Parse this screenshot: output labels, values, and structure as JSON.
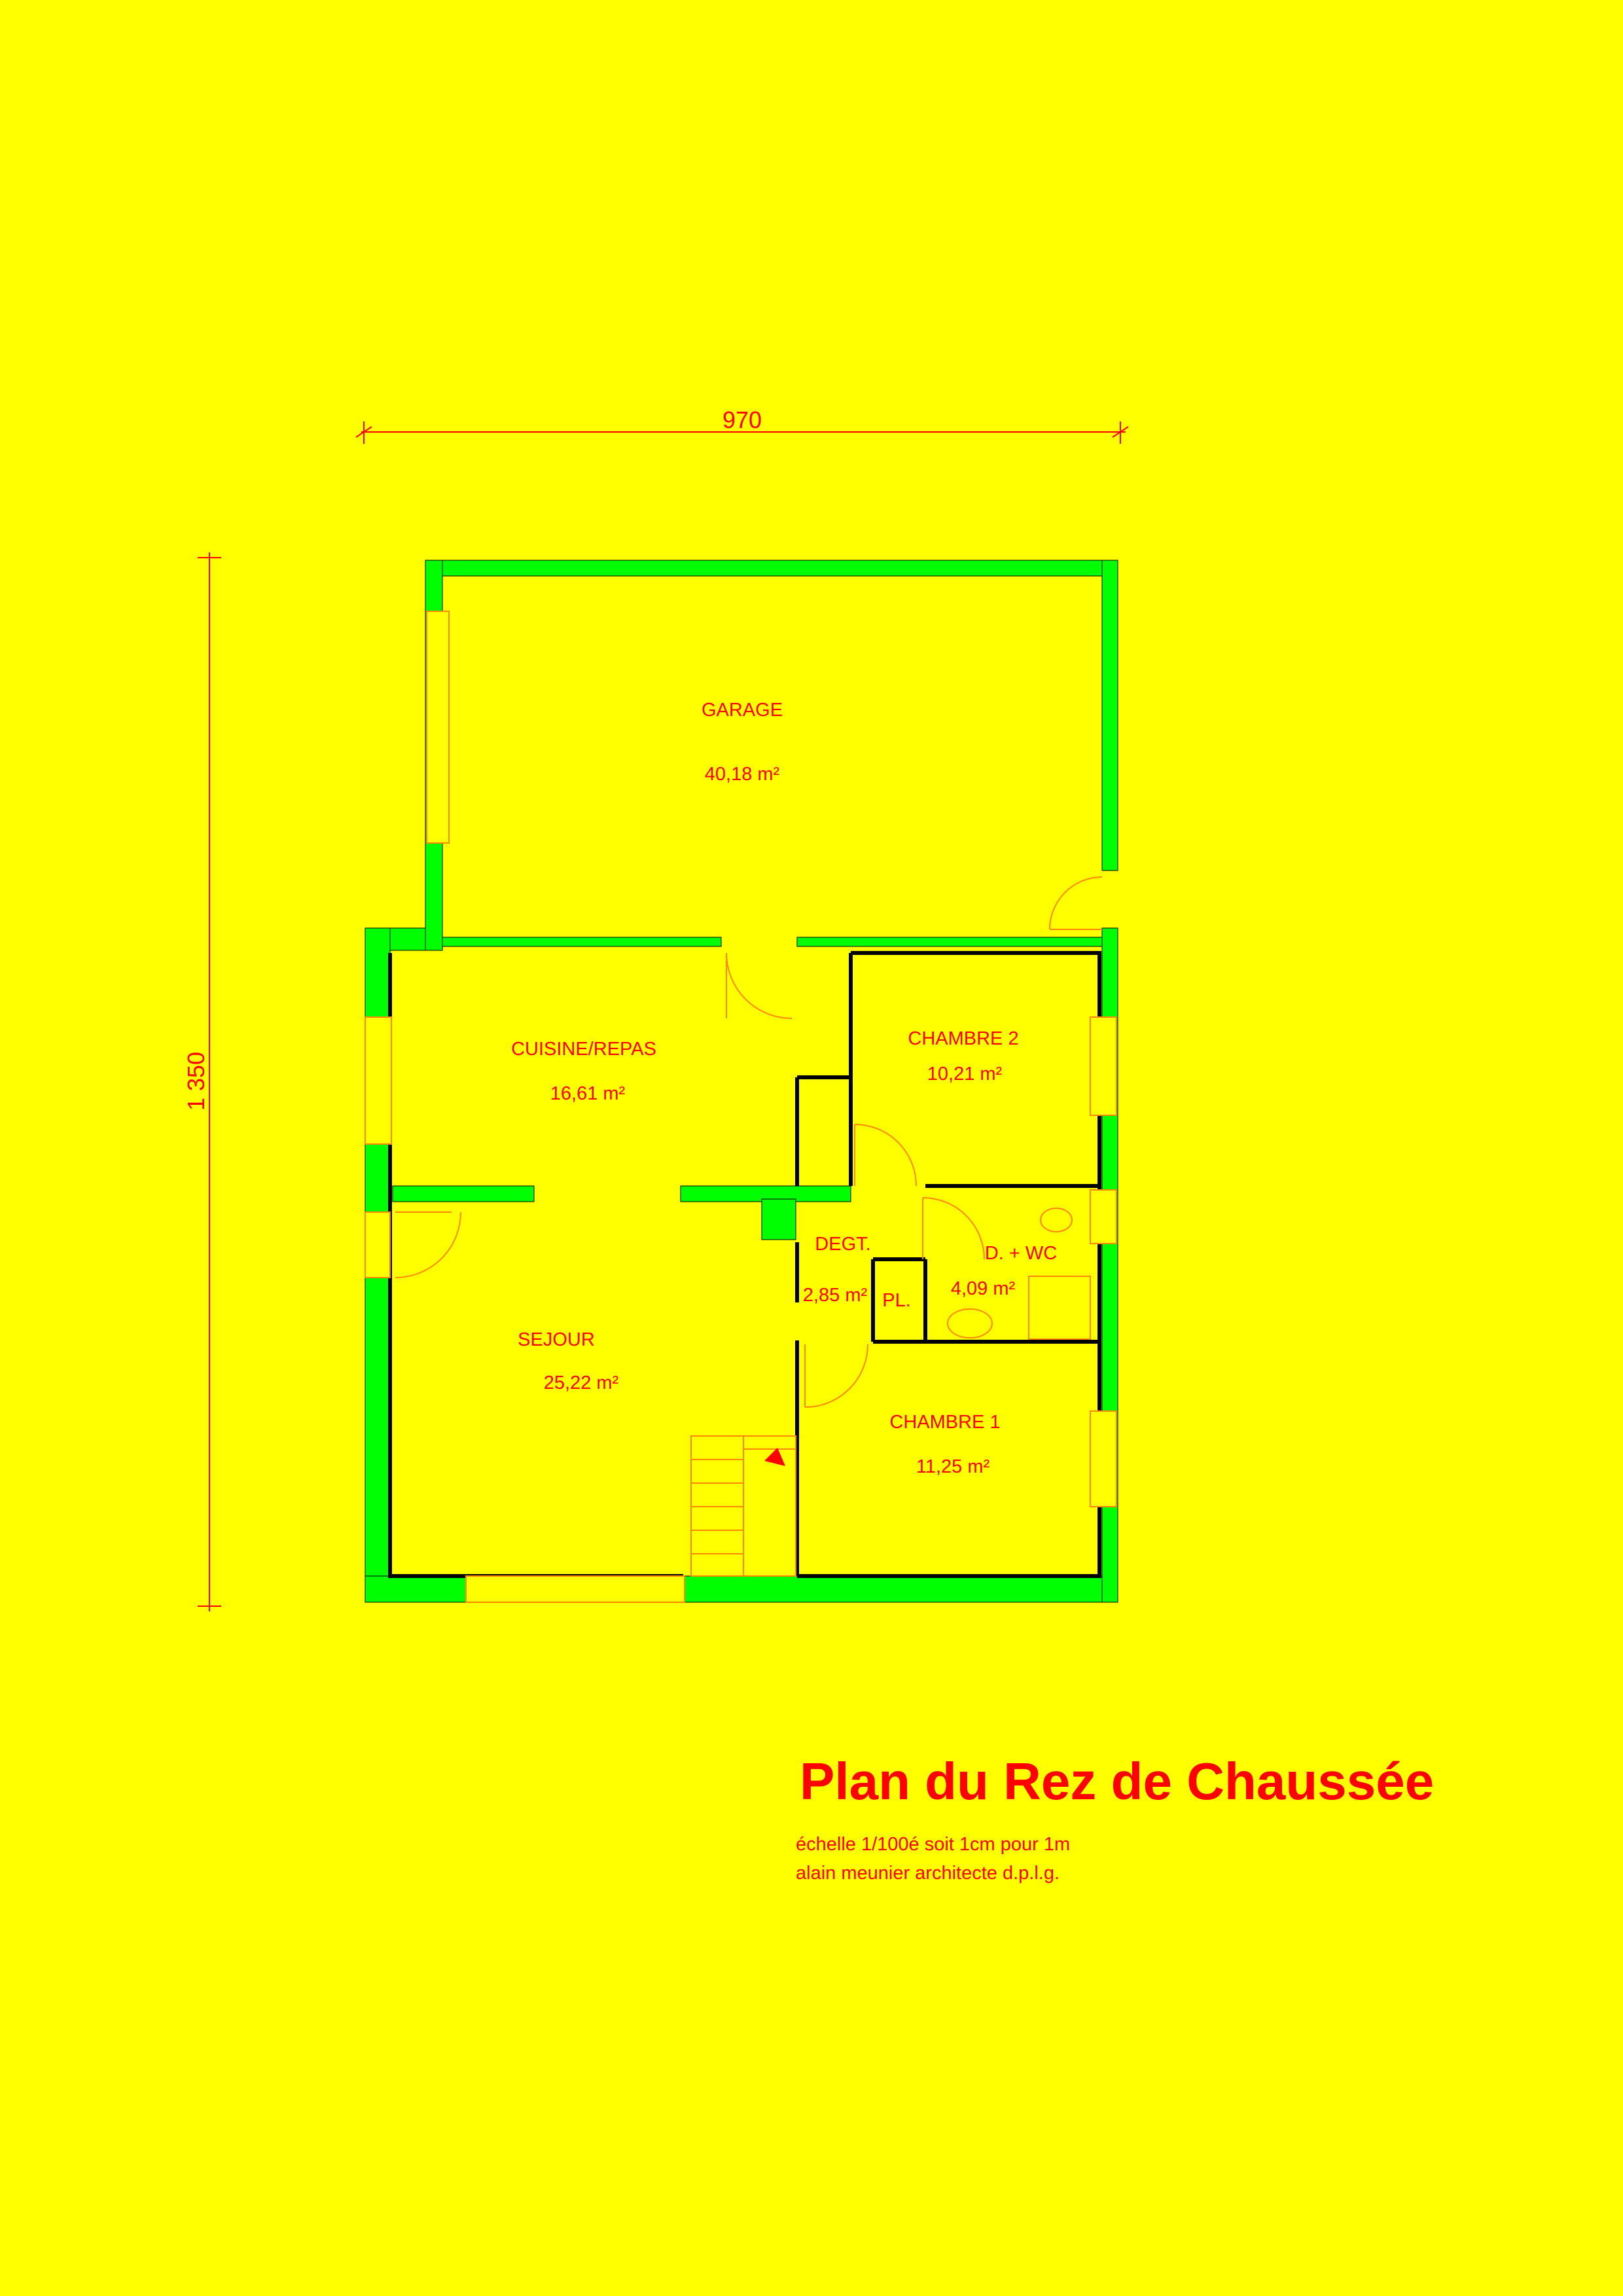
{
  "dimensions": {
    "width": "970",
    "height": "1 350"
  },
  "rooms": {
    "garage": {
      "name": "GARAGE",
      "area": "40,18 m²"
    },
    "cuisine": {
      "name": "CUISINE/REPAS",
      "area": "16,61 m²"
    },
    "chambre2": {
      "name": "CHAMBRE 2",
      "area": "10,21 m²"
    },
    "degt": {
      "name": "DEGT.",
      "area": "2,85 m²"
    },
    "placard": {
      "name": "PL."
    },
    "douche_wc": {
      "name": "D. + WC",
      "area": "4,09 m²"
    },
    "sejour": {
      "name": "SEJOUR",
      "area": "25,22 m²"
    },
    "chambre1": {
      "name": "CHAMBRE 1",
      "area": "11,25 m²"
    }
  },
  "title": "Plan du Rez de Chaussée",
  "scale_note": "échelle 1/100é soit 1cm pour 1m",
  "author": "alain meunier architecte d.p.l.g.",
  "colors": {
    "background": "#ffff00",
    "walls": "#00ff00",
    "text": "#ff0000",
    "partitions": "#000000"
  }
}
